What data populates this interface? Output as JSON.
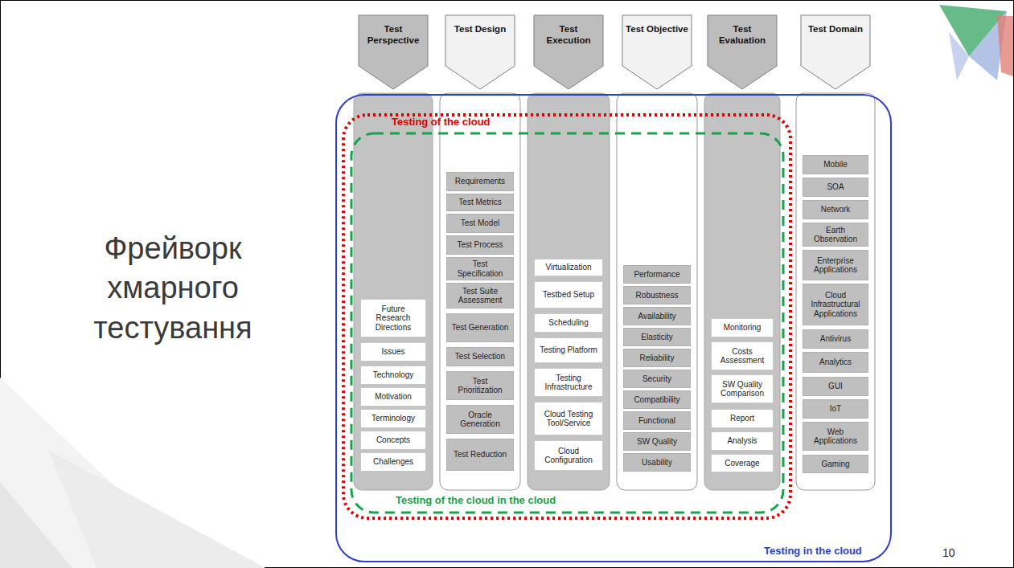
{
  "diagram": {
    "title": "Фрейворк хмарного тестування",
    "nodes": [
      {
        "text": [
          "Test Perspective"
        ]
      },
      {
        "text": [
          "Test Design"
        ]
      },
      {
        "text": [
          "Test Execution"
        ]
      },
      {
        "text": [
          "Test Objective"
        ]
      },
      {
        "text": [
          "Test Evaluation"
        ]
      },
      {
        "text": [
          "Test Domain"
        ]
      },
      {
        "text": [
          "Future Research Directions"
        ]
      },
      {
        "text": [
          "Issues"
        ]
      },
      {
        "text": [
          "Technology"
        ]
      },
      {
        "text": [
          "Motivation"
        ]
      },
      {
        "text": [
          "Terminology"
        ]
      },
      {
        "text": [
          "Concepts"
        ]
      },
      {
        "text": [
          "Challenges"
        ]
      },
      {
        "text": [
          "Requirements"
        ]
      },
      {
        "text": [
          "Test Metrics"
        ]
      },
      {
        "text": [
          "Test Model"
        ]
      },
      {
        "text": [
          "Test Process"
        ]
      },
      {
        "text": [
          "Test Specification"
        ]
      },
      {
        "text": [
          "Test Suite Assessment"
        ]
      },
      {
        "text": [
          "Test Generation"
        ]
      },
      {
        "text": [
          "Test Selection"
        ]
      },
      {
        "text": [
          "Test Prioritization"
        ]
      },
      {
        "text": [
          "Oracle Generation"
        ]
      },
      {
        "text": [
          "Test Reduction"
        ]
      },
      {
        "text": [
          "Virtualization"
        ]
      },
      {
        "text": [
          "Testbed Setup"
        ]
      },
      {
        "text": [
          "Scheduling"
        ]
      },
      {
        "text": [
          "Testing Platform"
        ]
      },
      {
        "text": [
          "Testing Infrastructure"
        ]
      },
      {
        "text": [
          "Cloud Testing Tool/Service"
        ]
      },
      {
        "text": [
          "Cloud Configuration"
        ]
      },
      {
        "text": [
          "Performance"
        ]
      },
      {
        "text": [
          "Robustness"
        ]
      },
      {
        "text": [
          "Availability"
        ]
      },
      {
        "text": [
          "Elasticity"
        ]
      },
      {
        "text": [
          "Reliability"
        ]
      },
      {
        "text": [
          "Security"
        ]
      },
      {
        "text": [
          "Compatibility"
        ]
      },
      {
        "text": [
          "Functional"
        ]
      },
      {
        "text": [
          "SW Quality"
        ]
      },
      {
        "text": [
          "Usability"
        ]
      },
      {
        "text": [
          "Monitoring"
        ]
      },
      {
        "text": [
          "Costs Assessment"
        ]
      },
      {
        "text": [
          "SW Quality Comparison"
        ]
      },
      {
        "text": [
          "Report"
        ]
      },
      {
        "text": [
          "Analysis"
        ]
      },
      {
        "text": [
          "Coverage"
        ]
      },
      {
        "text": [
          "Mobile"
        ]
      },
      {
        "text": [
          "SOA"
        ]
      },
      {
        "text": [
          "Network"
        ]
      },
      {
        "text": [
          "Earth Observation"
        ]
      },
      {
        "text": [
          "Enterprise Applications"
        ]
      },
      {
        "text": [
          "Cloud Infrastructural Applications"
        ]
      },
      {
        "text": [
          "Antivirus"
        ]
      },
      {
        "text": [
          "Analytics"
        ]
      },
      {
        "text": [
          "GUI"
        ]
      },
      {
        "text": [
          "IoT"
        ]
      },
      {
        "text": [
          "Web Applications"
        ]
      },
      {
        "text": [
          "Gaming"
        ]
      }
    ],
    "labels": [
      "Testing of the cloud",
      "Testing of the cloud in the cloud",
      "Testing in the cloud",
      "10"
    ]
  }
}
